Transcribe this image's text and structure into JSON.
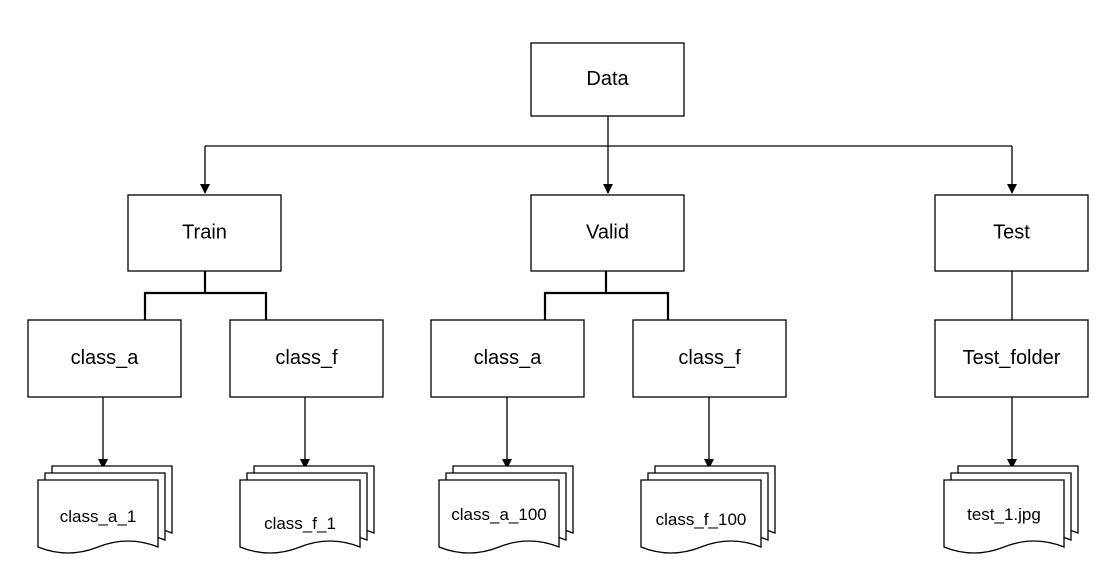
{
  "root": {
    "label": "Data"
  },
  "splits": [
    {
      "label": "Train",
      "children": [
        {
          "label": "class_a",
          "file": "class_a_1"
        },
        {
          "label": "class_f",
          "file": "class_f_1"
        }
      ]
    },
    {
      "label": "Valid",
      "children": [
        {
          "label": "class_a",
          "file": "class_a_100"
        },
        {
          "label": "class_f",
          "file": "class_f_100"
        }
      ]
    },
    {
      "label": "Test",
      "children": [
        {
          "label": "Test_folder",
          "file": "test_1.jpg"
        }
      ]
    }
  ]
}
